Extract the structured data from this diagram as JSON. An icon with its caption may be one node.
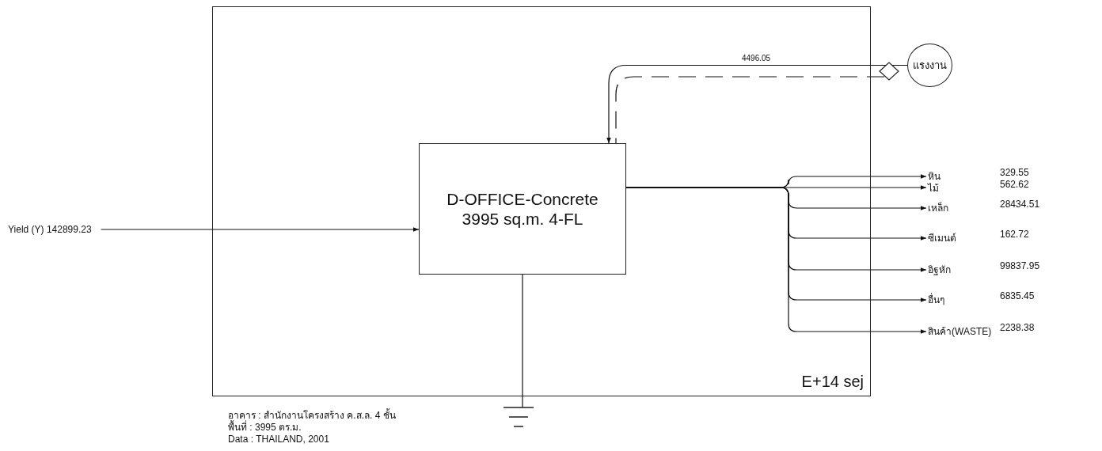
{
  "diagram": {
    "nodes": [
      {
        "text": [
          "E+14 sej"
        ]
      },
      {
        "text": [
          "D-OFFICE-Concrete 3995 sq.m. 4-FL"
        ],
        "in": 0
      },
      {
        "text": [
          "Yield (Y) 142899.23"
        ]
      },
      {
        "text": [
          "แรงงาน"
        ]
      },
      {
        "text": [],
        "shape": "diamond"
      },
      {
        "text": [],
        "shape": "ground"
      },
      {
        "text": [
          "หิน"
        ],
        "beside": [
          "329.55"
        ]
      },
      {
        "text": [
          "ไม้"
        ],
        "beside": [
          "562.62"
        ]
      },
      {
        "text": [
          "เหล็ก"
        ],
        "beside": [
          "28434.51"
        ]
      },
      {
        "text": [
          "ซีเมนต์"
        ],
        "beside": [
          "162.72"
        ]
      },
      {
        "text": [
          "อิฐหัก"
        ],
        "beside": [
          "99837.95"
        ]
      },
      {
        "text": [
          "อื่นๆ"
        ],
        "beside": [
          "6835.45"
        ]
      },
      {
        "text": [
          "สินค้า(WASTE)"
        ],
        "beside": [
          "2238.38"
        ]
      }
    ],
    "edges": [
      {
        "from": 2,
        "to": 1,
        "arrow": "to"
      },
      {
        "from": 3,
        "to": 1,
        "arrow": "to",
        "label": "4496.05"
      },
      {
        "from": 4,
        "to": 1,
        "arrow": "none",
        "style": "dashed"
      },
      {
        "from": 1,
        "to": 5,
        "arrow": "none"
      },
      {
        "from": 1,
        "to": 6,
        "arrow": "to"
      },
      {
        "from": 1,
        "to": 7,
        "arrow": "to"
      },
      {
        "from": 1,
        "to": 8,
        "arrow": "to"
      },
      {
        "from": 1,
        "to": 9,
        "arrow": "to"
      },
      {
        "from": 1,
        "to": 10,
        "arrow": "to"
      },
      {
        "from": 1,
        "to": 11,
        "arrow": "to"
      },
      {
        "from": 1,
        "to": 12,
        "arrow": "to"
      }
    ],
    "labels": [
      "อาคาร : สำนักงานโครงสร้าง ค.ส.ล. 4 ชั้น",
      "พื้นที่ : 3995 ตร.ม.",
      "Data : THAILAND, 2001"
    ]
  }
}
